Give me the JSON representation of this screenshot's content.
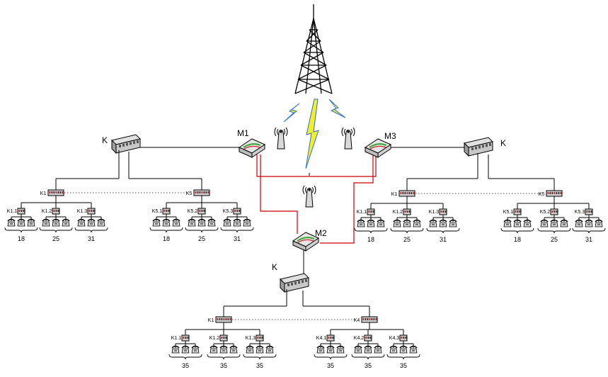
{
  "labels": {
    "m1": "M1",
    "m2": "M2",
    "m3": "M3",
    "k": "K"
  },
  "branches": [
    {
      "switch": "K",
      "group_a": {
        "label": "K1",
        "subs": [
          "K1.1",
          "K1.2",
          "K1.3"
        ],
        "counts": [
          "18",
          "25",
          "31"
        ]
      },
      "group_b": {
        "label": "K5",
        "subs": [
          "K5.1",
          "K5.2",
          "K5.3"
        ],
        "counts": [
          "18",
          "25",
          "31"
        ]
      }
    },
    {
      "switch": "K",
      "group_a": {
        "label": "K1",
        "subs": [
          "K1.1",
          "K1.2",
          "K1.3"
        ],
        "counts": [
          "18",
          "25",
          "31"
        ]
      },
      "group_b": {
        "label": "K5",
        "subs": [
          "K5.1",
          "K5.2",
          "K5.3"
        ],
        "counts": [
          "18",
          "25",
          "31"
        ]
      }
    },
    {
      "switch": "K",
      "group_a": {
        "label": "K1",
        "subs": [
          "K1.1",
          "K1.2",
          "K1.3"
        ],
        "counts": [
          "35",
          "35",
          "35"
        ]
      },
      "group_b": {
        "label": "K4",
        "subs": [
          "K4.1",
          "K4.2",
          "K4.3"
        ],
        "counts": [
          "35",
          "35",
          "35"
        ]
      }
    }
  ],
  "colors": {
    "line": "#000000",
    "red_link": "#cc0000",
    "lightning_fill": "#f2ef2a",
    "lightning_stroke": "#2a6fd6",
    "router_green": "#2fa82f",
    "device_grey": "#9a9a9a"
  },
  "icons": {
    "tower": "radio-tower-icon",
    "antenna": "wireless-antenna-icon",
    "router": "router-icon",
    "switch": "network-switch-icon",
    "hub": "hub-icon",
    "phone": "telephone-icon",
    "lightning": "wireless-signal-icon"
  }
}
